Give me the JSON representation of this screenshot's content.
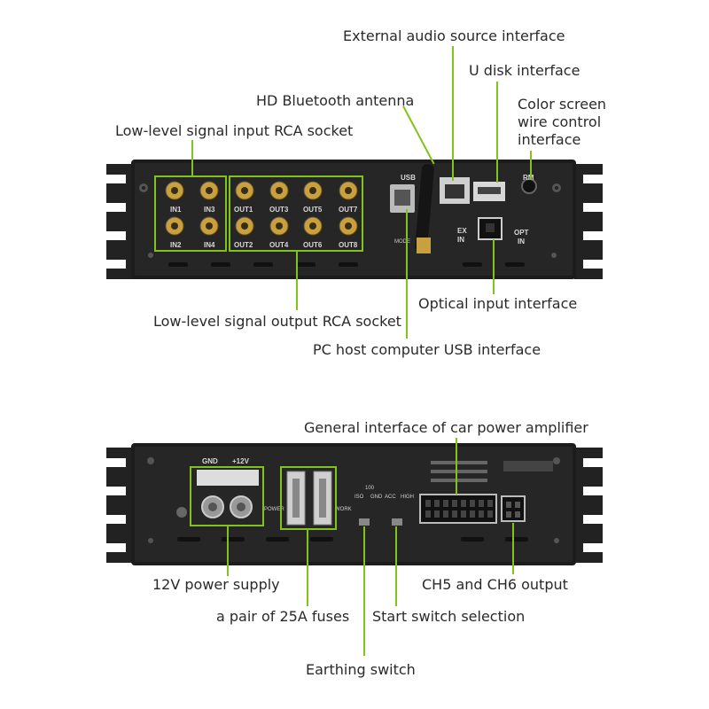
{
  "top_panel": {
    "callouts": {
      "external_audio": "External audio source interface",
      "u_disk": "U disk interface",
      "bluetooth": "HD Bluetooth antenna",
      "color_screen": "Color screen\nwire control\ninterface",
      "low_level_input": "Low-level signal input RCA socket",
      "low_level_output": "Low-level signal output RCA socket",
      "optical_input": "Optical input interface",
      "pc_usb": "PC host computer USB interface"
    },
    "panel_text": {
      "in1": "IN1",
      "in2": "IN2",
      "in3": "IN3",
      "in4": "IN4",
      "out1": "OUT1",
      "out2": "OUT2",
      "out3": "OUT3",
      "out4": "OUT4",
      "out5": "OUT5",
      "out6": "OUT6",
      "out7": "OUT7",
      "out8": "OUT8",
      "usb": "USB",
      "rm": "RM",
      "ex": "EX",
      "ex_in": "IN",
      "opt": "OPT",
      "opt_in": "IN",
      "mode": "MODE"
    }
  },
  "bottom_panel": {
    "callouts": {
      "general_amp": "General interface of car power amplifier",
      "power_12v": "12V power supply",
      "fuses": "a pair of 25A fuses",
      "ch56": "CH5 and CH6 output",
      "start_switch": "Start switch selection",
      "earthing": "Earthing switch"
    },
    "panel_text": {
      "gnd": "GND",
      "plus12v": "+12V",
      "power": "POWER",
      "work": "WORK",
      "iso": "ISO",
      "gnd2": "GND",
      "acc": "ACC",
      "high": "HIGH",
      "num": "100"
    }
  },
  "colors": {
    "accent_green": "#7fc31c",
    "chassis": "#1a1a1a",
    "gold": "#c8a040"
  }
}
